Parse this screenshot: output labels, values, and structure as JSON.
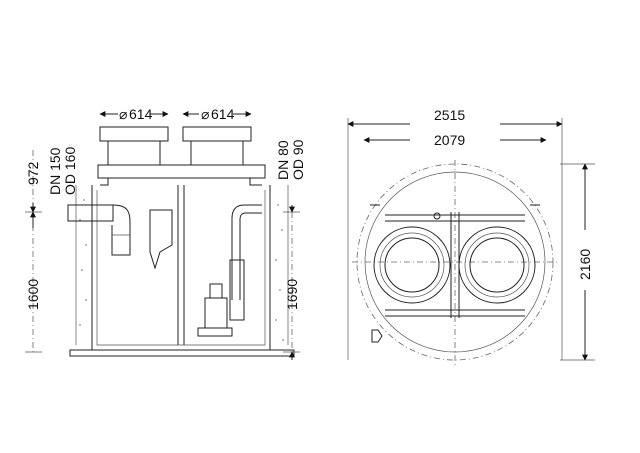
{
  "dimensions": {
    "cover_left": "614",
    "cover_right": "614",
    "height_top": "972",
    "height_left": "1600",
    "height_right": "1690",
    "width_outer": "2515",
    "width_inner": "2079",
    "depth": "2160"
  },
  "inlet": {
    "dn": "DN 150",
    "od": "OD 160"
  },
  "outlet": {
    "dn": "DN 80",
    "od": "OD 90"
  },
  "icons": {
    "diameter": "diameter-symbol",
    "arrow": "arrow"
  }
}
